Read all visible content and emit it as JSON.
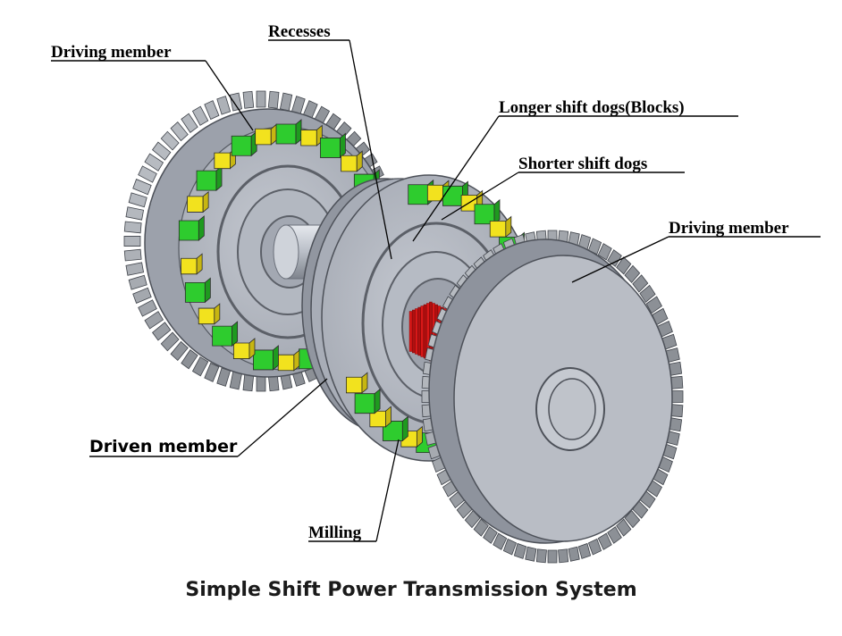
{
  "labels": {
    "recesses": "Recesses",
    "driving_member_left": "Driving member",
    "longer_dogs": "Longer shift dogs(Blocks)",
    "shorter_dogs": "Shorter shift dogs",
    "driving_member_right": "Driving member",
    "driven_member": "Driven member",
    "milling": "Milling"
  },
  "caption": "Simple Shift Power Transmission System",
  "colors": {
    "metal": "#a9aeb8",
    "metal_dark": "#6b707a",
    "metal_light": "#d2d6dd",
    "dog_green": "#2ecc2e",
    "dog_yellow": "#f2e21e",
    "spline_red": "#d81818"
  }
}
